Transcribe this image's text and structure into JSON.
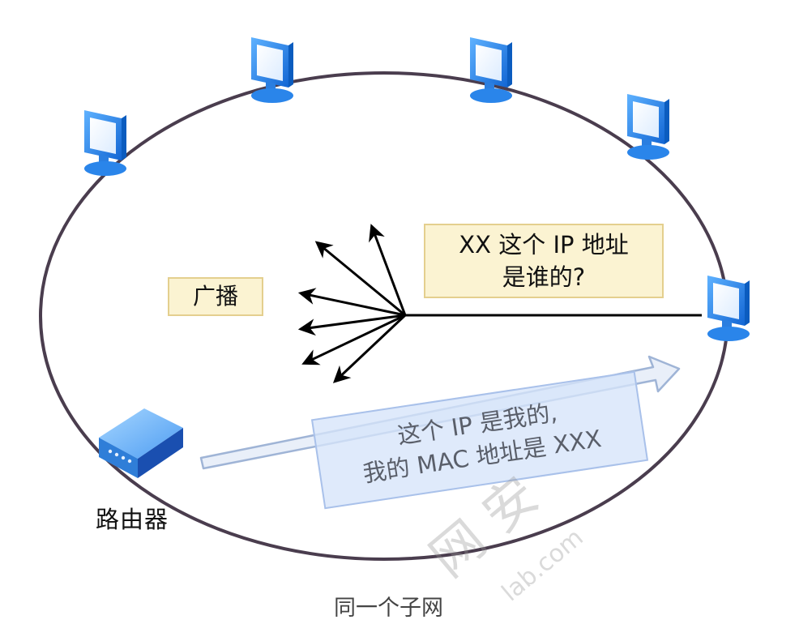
{
  "diagram": {
    "broadcast_label": "广播",
    "question_line1": "XX 这个 IP 地址",
    "question_line2": "是谁的?",
    "reply_line1": "这个 IP 是我的,",
    "reply_line2": "我的 MAC 地址是 XXX",
    "router_label": "路由器",
    "subnet_label": "同一个子网"
  },
  "watermark": {
    "main": "网 安",
    "domain": "lab.com"
  },
  "colors": {
    "ring": "#4a3d4e",
    "computer_blue": "#1f84e8",
    "callout_fill": "#fbf3d2",
    "reply_fill": "#d6e4fa"
  },
  "icons": [
    "computer-icon",
    "router-icon"
  ]
}
